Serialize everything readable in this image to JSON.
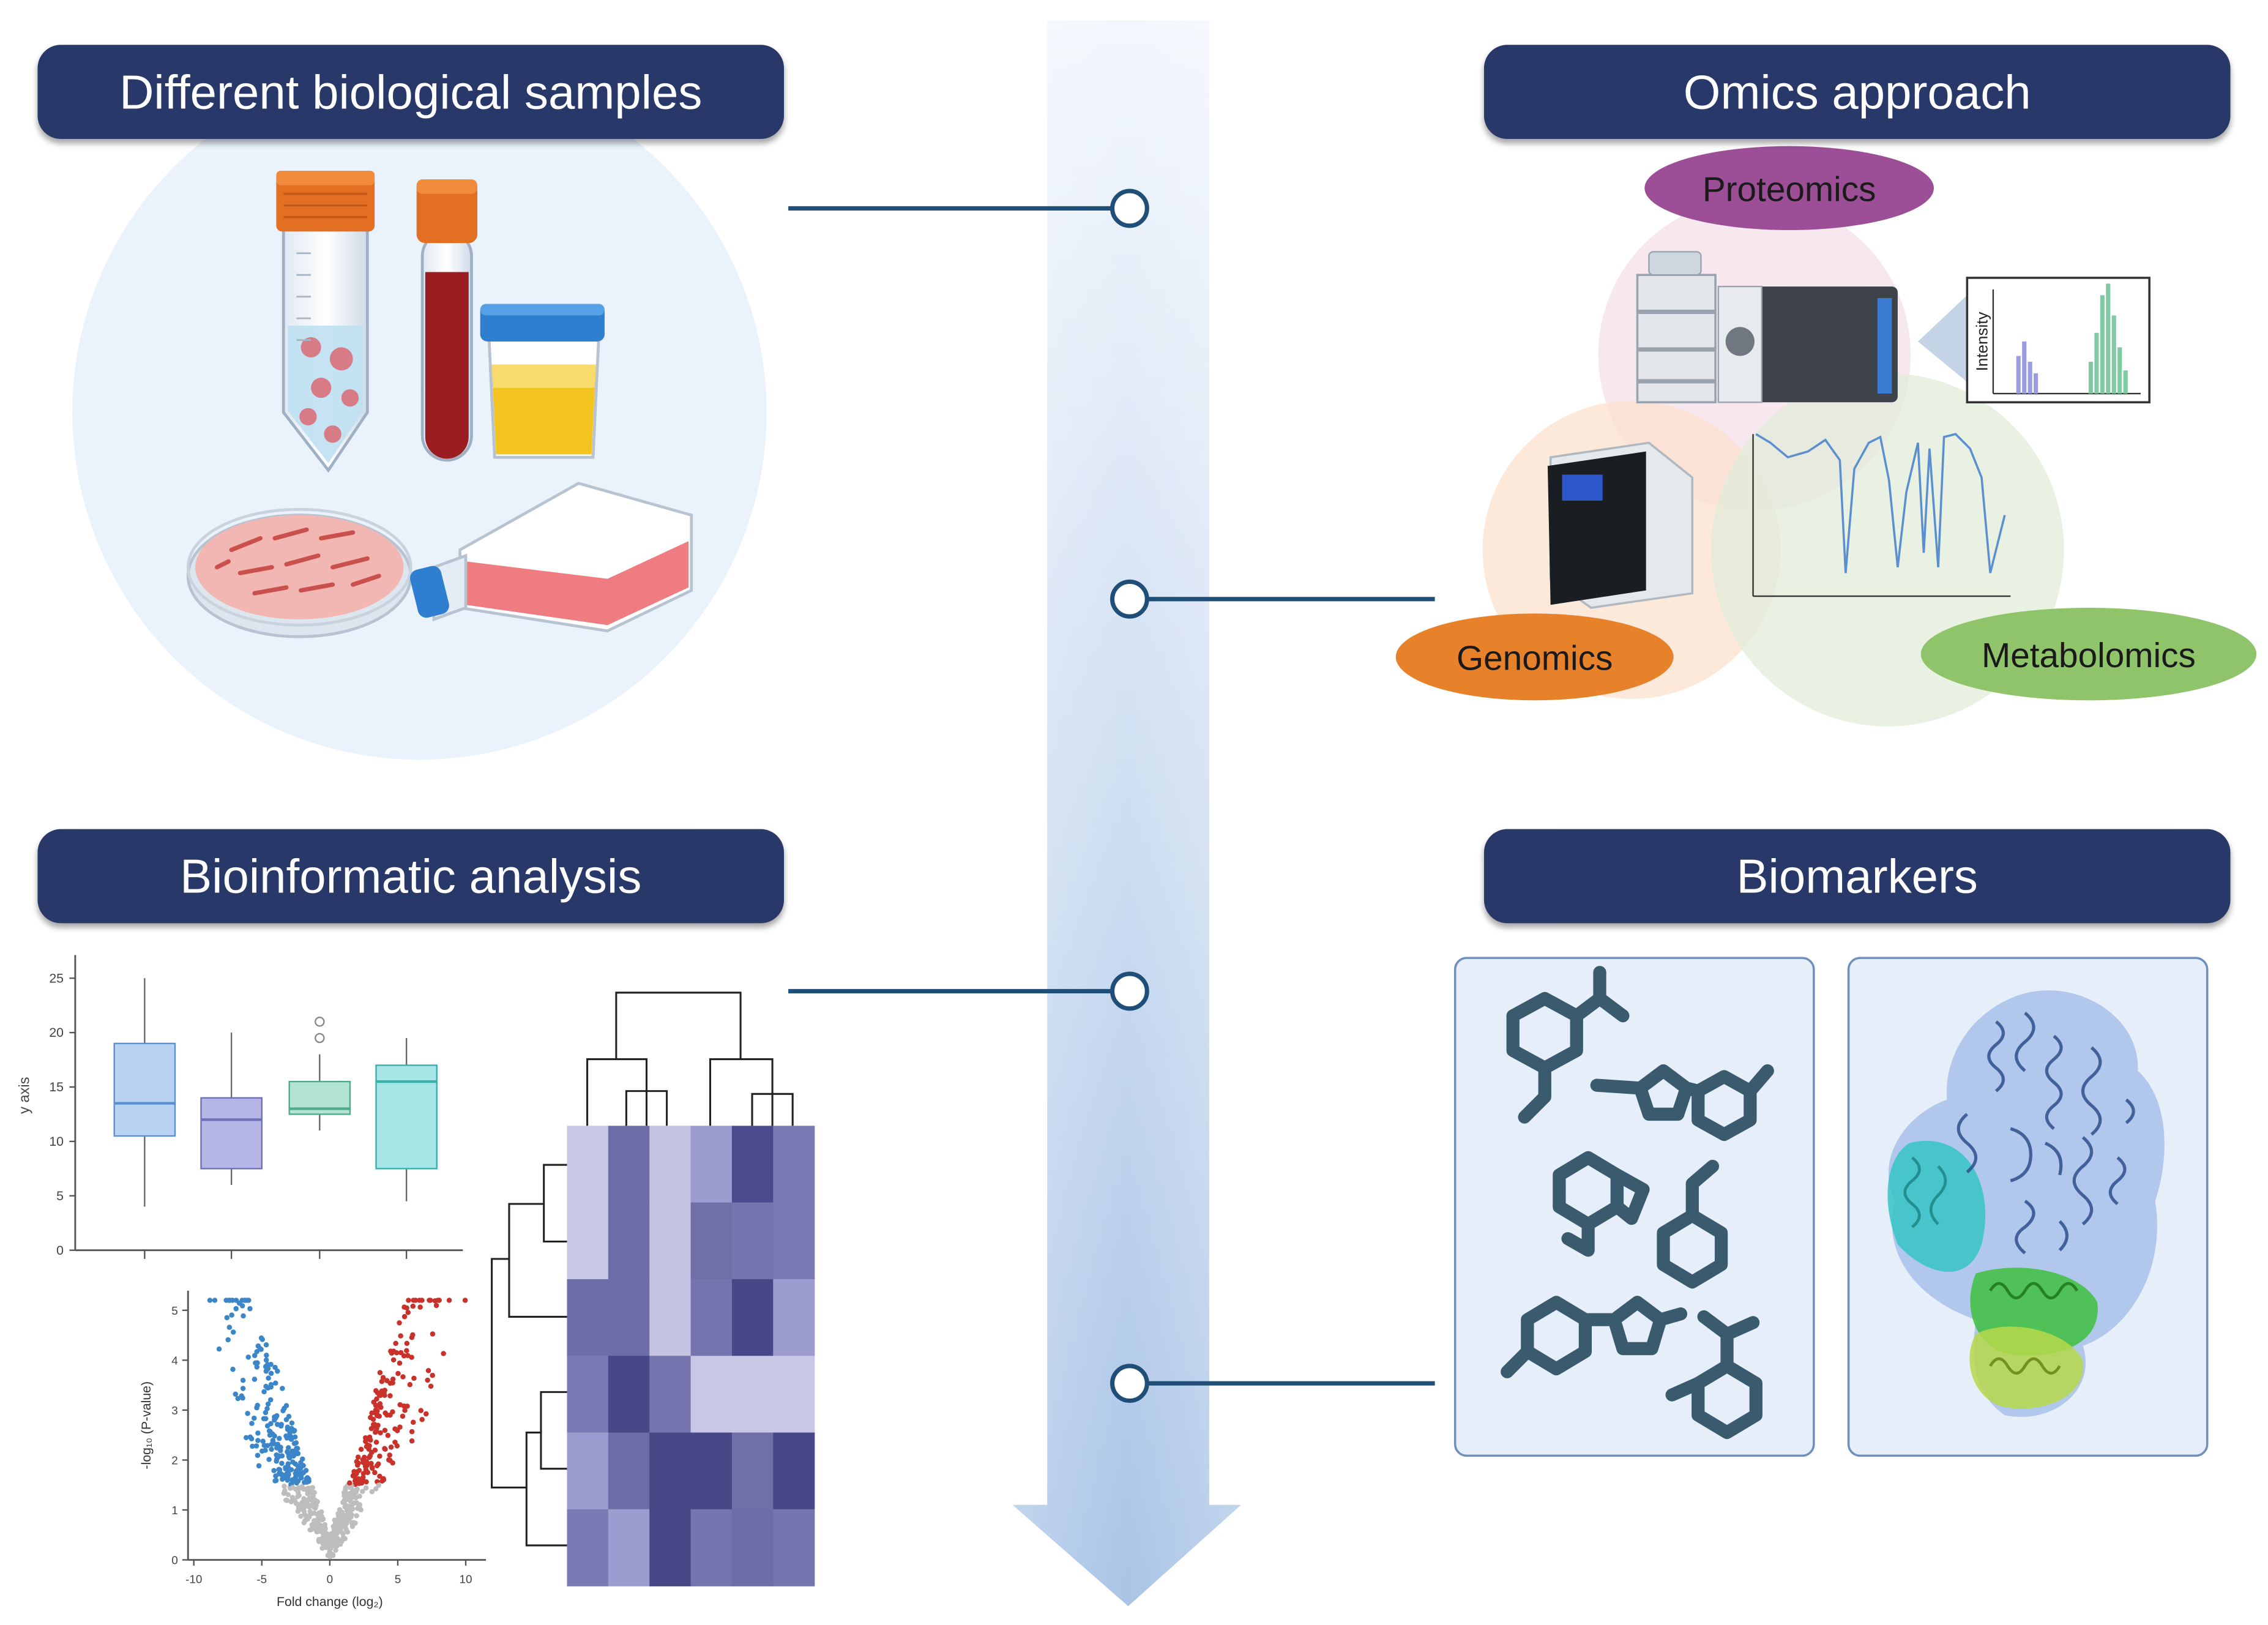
{
  "sections": {
    "samples": {
      "title": "Different biological samples"
    },
    "omics": {
      "title": "Omics approach"
    },
    "bioinformatics": {
      "title": "Bioinformatic analysis"
    },
    "biomarkers": {
      "title": "Biomarkers"
    }
  },
  "omics_labels": {
    "proteomics": "Proteomics",
    "genomics": "Genomics",
    "metabolomics": "Metabolomics",
    "intensity": "Intensity"
  },
  "colors": {
    "banner": "#283869",
    "timeline": "#c8d9f0",
    "connector": "#1f4e79",
    "proteomics": "#9c4f96",
    "genomics": "#e8822a",
    "metabolomics": "#8fc46a",
    "heatmap": "#5c5c9c"
  },
  "boxplot": {
    "ylabel": "y axis",
    "yticks": [
      "25",
      "20",
      "15",
      "10",
      "5",
      "0"
    ],
    "ylim": [
      0,
      25
    ],
    "boxes": [
      {
        "min": 4,
        "q1": 10.5,
        "median": 13.5,
        "q3": 19,
        "max": 25,
        "color": "#b8d4f2",
        "stroke": "#5b8fd0"
      },
      {
        "min": 6,
        "q1": 7.5,
        "median": 12,
        "q3": 14,
        "max": 20,
        "color": "#b5b6e6",
        "stroke": "#6e6fb8"
      },
      {
        "min": 11,
        "q1": 12.5,
        "median": 13,
        "q3": 15.5,
        "max": 18,
        "color": "#b3e3d2",
        "stroke": "#4fa98a",
        "outliers": [
          19.5,
          21
        ]
      },
      {
        "min": 4.5,
        "q1": 7.5,
        "median": 15.5,
        "q3": 17,
        "max": 19.5,
        "color": "#a7e6e6",
        "stroke": "#39b0b0"
      }
    ]
  },
  "volcano": {
    "xlabel": "Fold change (log₂)",
    "ylabel": "-log₁₀ (P-value)",
    "xticks": [
      "-10",
      "-5",
      "0",
      "5",
      "10"
    ],
    "yticks": [
      "5",
      "4",
      "3",
      "2",
      "1",
      "0"
    ]
  }
}
